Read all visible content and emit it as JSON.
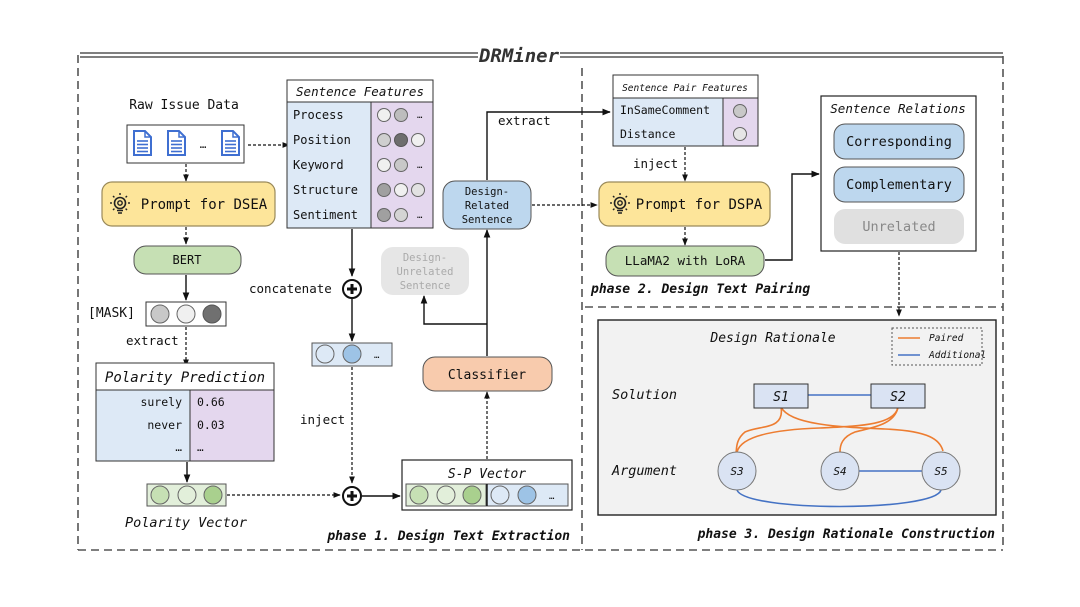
{
  "title": "DRMiner",
  "phase1": {
    "label": "phase 1. Design Text Extraction",
    "raw_issue_data": "Raw Issue Data",
    "ellipsis": "…",
    "prompt_dsea": "Prompt for DSEA",
    "bert": "BERT",
    "mask_label": "[MASK]",
    "extract_label": "extract",
    "polarity_prediction": {
      "title": "Polarity Prediction",
      "rows": [
        {
          "word": "surely",
          "value": "0.66"
        },
        {
          "word": "never",
          "value": "0.03"
        },
        {
          "word": "…",
          "value": "…"
        }
      ]
    },
    "polarity_vector": "Polarity Vector",
    "sentence_features": {
      "title": "Sentence Features",
      "rows": [
        "Process",
        "Position",
        "Keyword",
        "Structure",
        "Sentiment"
      ]
    },
    "concatenate_label": "concatenate",
    "inject_label": "inject",
    "sp_vector": "S-P Vector",
    "classifier": "Classifier",
    "design_related": [
      "Design-",
      "Related",
      "Sentence"
    ],
    "design_unrelated": [
      "Design-",
      "Unrelated",
      "Sentence"
    ]
  },
  "phase2": {
    "label": "phase 2. Design Text Pairing",
    "extract_label": "extract",
    "sentence_pair_features": {
      "title": "Sentence Pair Features",
      "rows": [
        "InSameComment",
        "Distance"
      ]
    },
    "inject_label": "inject",
    "prompt_dspa": "Prompt for DSPA",
    "llama": "LLaMA2 with LoRA",
    "sentence_relations": {
      "title": "Sentence Relations",
      "items": [
        "Corresponding",
        "Complementary",
        "Unrelated"
      ]
    }
  },
  "phase3": {
    "label": "phase 3. Design Rationale Construction",
    "title": "Design Rationale",
    "legend": [
      {
        "label": "Paired",
        "color": "#ed7d31"
      },
      {
        "label": "Additional",
        "color": "#4472c4"
      }
    ],
    "solution_label": "Solution",
    "argument_label": "Argument",
    "nodes": {
      "s1": "S1",
      "s2": "S2",
      "s3": "S3",
      "s4": "S4",
      "s5": "S5"
    }
  },
  "colors": {
    "prompt_fill": "#fde59a",
    "prompt_stroke": "#c9a94a",
    "green_fill": "#c6e0b4",
    "blue_fill": "#bdd7ee",
    "light_blue": "#dde9f6",
    "purple": "#e4d7ee",
    "classifier": "#f8cbad",
    "gray": "#e0e0e0",
    "orange": "#ed7d31",
    "blue_line": "#4472c4"
  }
}
